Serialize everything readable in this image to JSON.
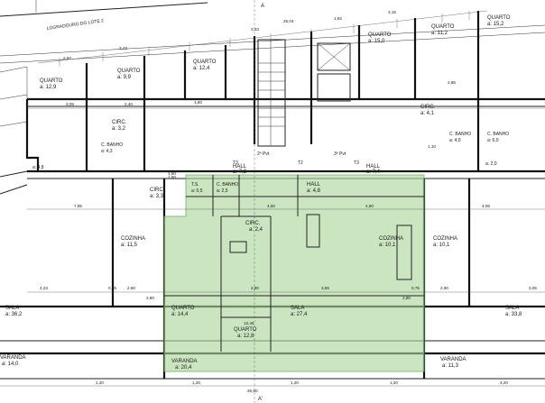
{
  "colors": {
    "highlight": "#a9d59a",
    "wall": "#111111",
    "line": "#555555",
    "background": "#ffffff"
  },
  "top": {
    "street": "LOGRADOURO DO LOTE 2",
    "section_mark": "A"
  },
  "bottom": {
    "section_mark": "A'"
  },
  "rooms": {
    "quarto_12_9": {
      "name": "QUARTO",
      "area": "a: 12,9"
    },
    "quarto_9_9": {
      "name": "QUARTO",
      "area": "a: 9,9"
    },
    "quarto_12_4": {
      "name": "QUARTO",
      "area": "a: 12,4"
    },
    "quarto_15_0": {
      "name": "QUARTO",
      "area": "a: 15,0"
    },
    "quarto_11_2": {
      "name": "QUARTO",
      "area": "a: 11,2"
    },
    "quarto_15_2": {
      "name": "QUARTO",
      "area": "a: 15,2"
    },
    "circ_3_2": {
      "name": "CIRC.",
      "area": "a: 3,2"
    },
    "circ_4_1": {
      "name": "CIRC.",
      "area": "a: 4,1"
    },
    "c_banho_4_3": {
      "name": "C. BANHO",
      "area": "a: 4,3"
    },
    "c_banho_4_0": {
      "name": "C. BANHO",
      "area": "a: 4,0"
    },
    "c_banho_6_0": {
      "name": "C. BANHO",
      "area": "a: 6,0"
    },
    "small_4_8": {
      "area": "a: 4,8"
    },
    "small_2_0": {
      "area": "a: 2,0"
    },
    "hall_7_2": {
      "name": "HALL",
      "area": "a: 7,2"
    },
    "hall_7_4": {
      "name": "HALL",
      "area": "a: 7,4"
    },
    "circ_3_3": {
      "name": "CIRC.",
      "area": "a: 3,3"
    },
    "hall_4_8": {
      "name": "HALL",
      "area": "a: 4,8"
    },
    "c_banho_2_5": {
      "name": "C. BANHO",
      "area": "a: 2,5"
    },
    "ts": {
      "name": "T.S.",
      "area": "a: 0,5"
    },
    "circ_2_4": {
      "name": "CIRC.",
      "area": "a: 2,4"
    },
    "cozinha_11_5": {
      "name": "COZINHA",
      "area": "a: 11,5"
    },
    "cozinha_10_1a": {
      "name": "COZINHA",
      "area": "a: 10,1"
    },
    "cozinha_10_1b": {
      "name": "COZINHA",
      "area": "a: 10,1"
    },
    "sala_36_2": {
      "name": "SALA",
      "area": "a: 36,2"
    },
    "quarto_14_4": {
      "name": "QUARTO",
      "area": "a: 14,4"
    },
    "quarto_12_8": {
      "name": "QUARTO",
      "area": "a: 12,8"
    },
    "sala_27_4": {
      "name": "SALA",
      "area": "a: 27,4"
    },
    "sala_33_8": {
      "name": "SALA",
      "area": "a: 33,8"
    },
    "varanda_14_0": {
      "name": "VARANDA",
      "area": "a: 14,0"
    },
    "varanda_20_4": {
      "name": "VARANDA",
      "area": "a: 20,4"
    },
    "varanda_11_3": {
      "name": "VARANDA",
      "area": "a: 11,3"
    }
  },
  "stairs": {
    "dn_label": "2ª Pvt",
    "up_label": "3ª Pvt",
    "t2": "T2",
    "t3a": "T3",
    "t3b": "T3"
  },
  "dims": [
    "2,97",
    "3,43",
    "3,33",
    "25,04",
    "1,92",
    "3,15",
    "1,60",
    "3,05",
    "2,40",
    "1,60",
    "2,85",
    "1,10",
    "1,80",
    "7,85",
    "4,50",
    "4,50",
    "4,06",
    "4,23",
    "2,60",
    "2,80",
    "3,55",
    "2,90",
    "12,45",
    "2,80",
    "1,20",
    "2,80",
    "3,05",
    "1,20",
    "26,90",
    "1,20",
    "1,20",
    "4,20",
    "0,75",
    "0,75"
  ]
}
